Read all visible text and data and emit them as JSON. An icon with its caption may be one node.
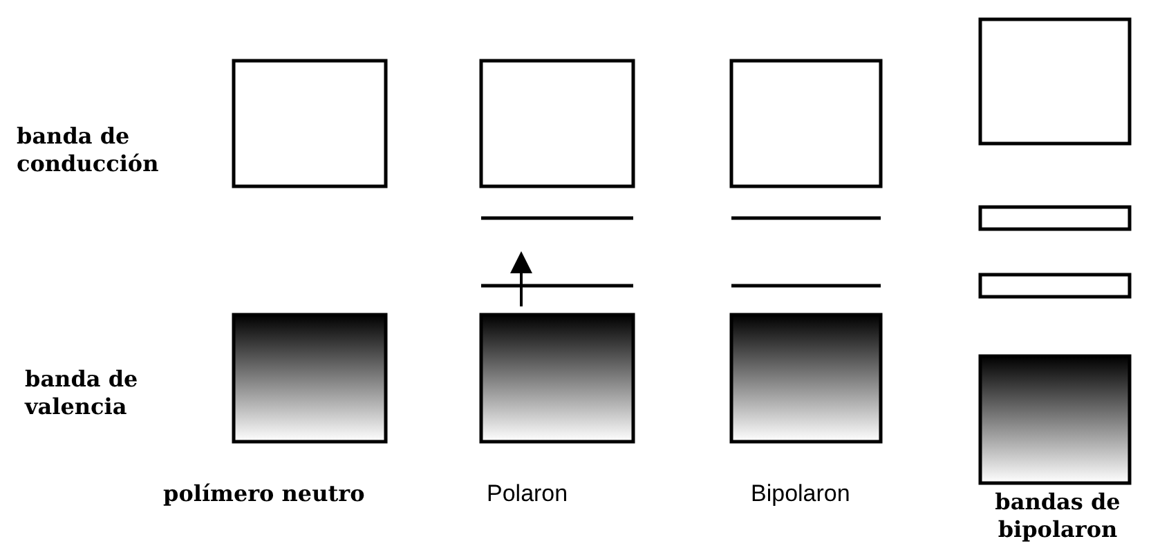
{
  "diagram": {
    "labels": [
      "banda de conducción",
      "banda de valencia",
      "polímero neutro",
      "Polaron",
      "Bipolaron",
      "bandas de bipolaron"
    ]
  }
}
